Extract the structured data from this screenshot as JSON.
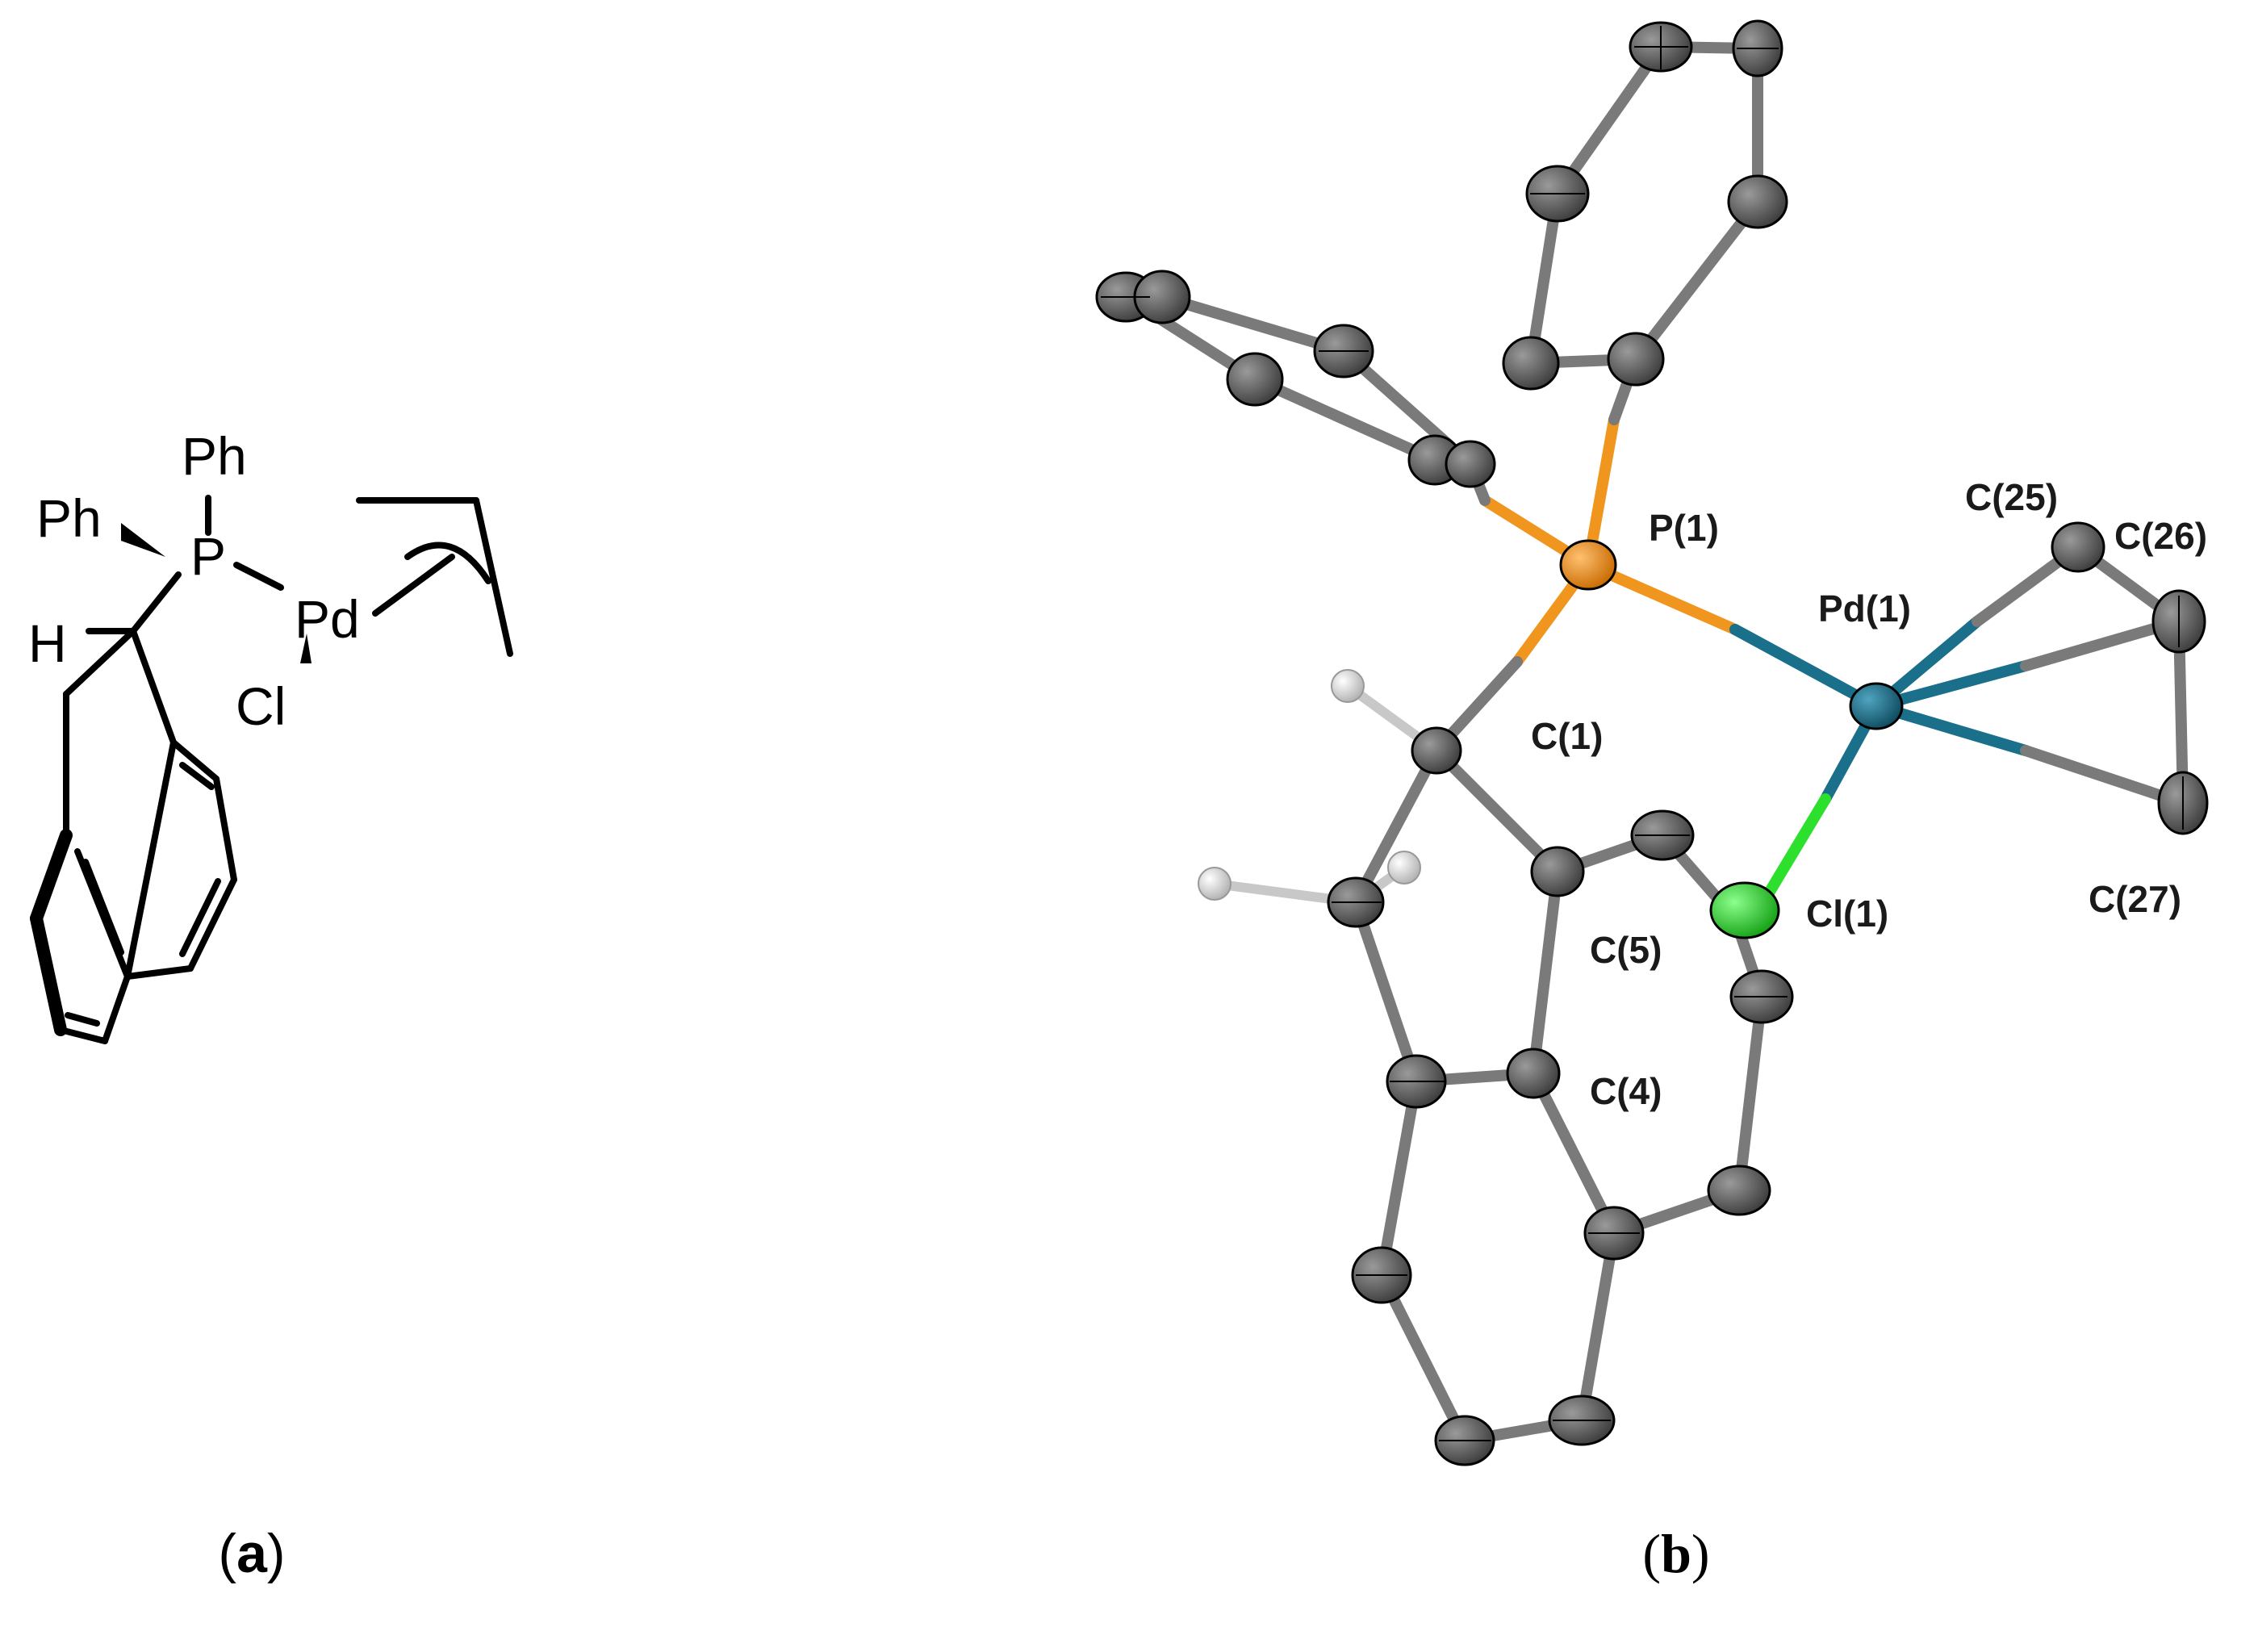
{
  "panel_a": {
    "labels": {
      "ph_top": "Ph",
      "ph_left": "Ph",
      "p": "P",
      "pd": "Pd",
      "h": "H",
      "cl": "Cl"
    },
    "caption": {
      "open": "(",
      "letter": "a",
      "close": ")"
    }
  },
  "panel_b": {
    "atom_labels": {
      "p1": "P(1)",
      "pd1": "Pd(1)",
      "c25": "C(25)",
      "c26": "C(26)",
      "c27": "C(27)",
      "c1": "C(1)",
      "cl1": "Cl(1)",
      "c5": "C(5)",
      "c4": "C(4)"
    },
    "caption": {
      "open": "(",
      "letter": "b",
      "close": ")"
    }
  },
  "colors": {
    "carbon": "#5f5f5f",
    "carbon_bond": "#7a7a7a",
    "phosphorus": "#f0961e",
    "palladium": "#1a6f8a",
    "chlorine": "#2ee02e",
    "hydrogen": "#d9d9d9"
  }
}
